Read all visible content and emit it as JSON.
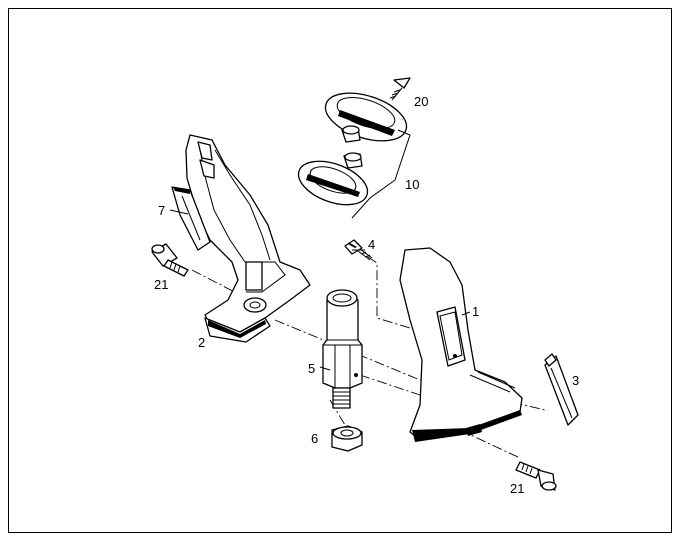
{
  "diagram": {
    "callouts": {
      "p1": "1",
      "p2": "2",
      "p3": "3",
      "p4": "4",
      "p5": "5",
      "p6": "6",
      "p7": "7",
      "p10": "10",
      "p20": "20",
      "p21a": "21",
      "p21b": "21"
    }
  }
}
